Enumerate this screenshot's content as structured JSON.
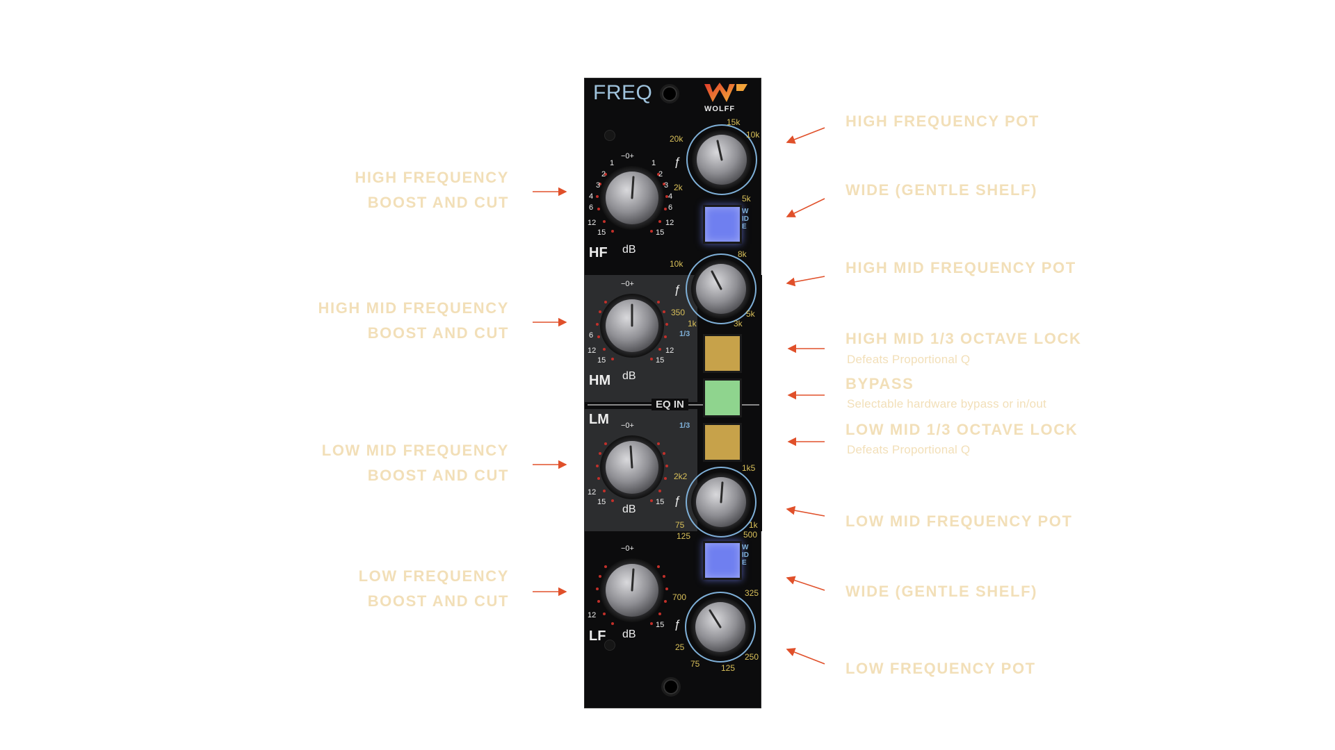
{
  "module": {
    "title": "FREQ",
    "brand": "WOLFF",
    "eq_in_label": "EQ IN"
  },
  "bands": {
    "hf": {
      "label": "HF",
      "db": "dB"
    },
    "hm": {
      "label": "HM",
      "db": "dB",
      "third_octave": "1/3"
    },
    "lm": {
      "label": "LM",
      "db": "dB",
      "third_octave": "1/3"
    },
    "lf": {
      "label": "LF",
      "db": "dB"
    }
  },
  "gain_scale": {
    "center": "−0+",
    "marks": [
      "1",
      "2",
      "3",
      "4",
      "6",
      "12",
      "15"
    ]
  },
  "freq_scales": {
    "hf": [
      "20k",
      "15k",
      "10k",
      "2k",
      "5k"
    ],
    "hm": [
      "10k",
      "8k",
      "350",
      "5k",
      "1k",
      "3k"
    ],
    "lm": [
      "2k2",
      "1k5",
      "75",
      "1k",
      "125",
      "500"
    ],
    "lf": [
      "700",
      "325",
      "25",
      "250",
      "75",
      "125"
    ]
  },
  "freq_symbol": "ƒ",
  "wide_label": "WIDE",
  "buttons": {
    "hf_wide": {
      "color": "#6f7ff0"
    },
    "hm_third": {
      "color": "#c7a24a"
    },
    "bypass": {
      "color": "#8fd48e"
    },
    "lm_third": {
      "color": "#c7a24a"
    },
    "lf_wide": {
      "color": "#6f7ff0"
    }
  },
  "annotations": {
    "left": [
      {
        "line1": "HIGH FREQUENCY",
        "line2": "BOOST AND CUT"
      },
      {
        "line1": "HIGH MID FREQUENCY",
        "line2": "BOOST AND CUT"
      },
      {
        "line1": "LOW MID FREQUENCY",
        "line2": "BOOST AND CUT"
      },
      {
        "line1": "LOW FREQUENCY",
        "line2": "BOOST AND CUT"
      }
    ],
    "right": [
      {
        "title": "HIGH FREQUENCY POT"
      },
      {
        "title": "WIDE (GENTLE SHELF)"
      },
      {
        "title": "HIGH MID FREQUENCY POT"
      },
      {
        "title": "HIGH MID 1/3 OCTAVE LOCK",
        "sub": "Defeats Proportional Q"
      },
      {
        "title": "BYPASS",
        "sub": "Selectable hardware bypass or in/out"
      },
      {
        "title": "LOW MID 1/3 OCTAVE LOCK",
        "sub": "Defeats Proportional Q"
      },
      {
        "title": "LOW MID FREQUENCY POT"
      },
      {
        "title": "WIDE (GENTLE SHELF)"
      },
      {
        "title": "LOW FREQUENCY POT"
      }
    ]
  },
  "colors": {
    "annotation_text": "#f2dfb8",
    "arrow": "#e0502a",
    "scale_yellow": "#d9c05a",
    "scale_blue": "#7fb0d8",
    "dot_red": "#c2302a"
  }
}
